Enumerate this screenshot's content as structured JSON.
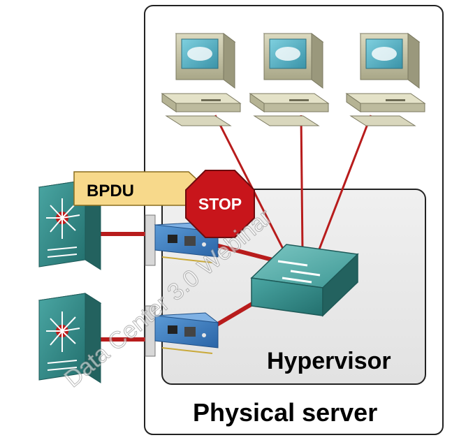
{
  "labels": {
    "bpdu": "BPDU",
    "stop": "STOP",
    "hypervisor": "Hypervisor",
    "physical_server": "Physical server"
  },
  "watermark": "Data Center 3.0 Webinar",
  "colors": {
    "link": "#b81c1c",
    "teal": "#2f8a88",
    "stop_red": "#c8151b",
    "bpdu_bg": "#f7d98b",
    "nic_blue": "#3d7fc4",
    "pc_beige": "#c6c4a6"
  }
}
